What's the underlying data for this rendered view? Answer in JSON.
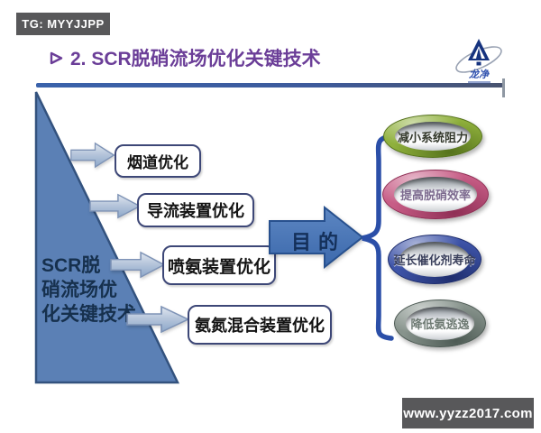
{
  "header": {
    "badge": "TG: MYYJJPP",
    "title": "2. SCR脱硝流场优化关键技术",
    "bullet_icon": "arrow-bullet"
  },
  "logo": {
    "icon": "longking-sail-orbit-logo",
    "text": "龙净"
  },
  "source": {
    "triangle_lines": [
      "SCR脱",
      "硝流场优",
      "化关键技术"
    ]
  },
  "optimizations": [
    {
      "label": "烟道优化"
    },
    {
      "label": "导流装置优化"
    },
    {
      "label": "喷氨装置优化"
    },
    {
      "label": "氨氮混合装置优化"
    }
  ],
  "purpose": {
    "label": "目的"
  },
  "goals": [
    {
      "label": "减小系统阻力",
      "ring": "#8fb03c",
      "ring_dark": "#55721c",
      "text_color": "#33382b"
    },
    {
      "label": "提高脱硝效率",
      "ring": "#c75d86",
      "ring_dark": "#8f2f55",
      "text_color": "#7d6b8f"
    },
    {
      "label": "延长催化剂寿命",
      "ring": "#3e54a8",
      "ring_dark": "#1f2e6e",
      "text_color": "#3a405c"
    },
    {
      "label": "降低氨逃逸",
      "ring": "#87938c",
      "ring_dark": "#4d5a54",
      "text_color": "#6e7a73"
    }
  ],
  "watermark": "www.yyzz2017.com",
  "colors": {
    "title_purple": "#6b3e98",
    "triangle_blue": "#5b80b5",
    "arrow_blue": "#4273b5",
    "brace_blue": "#2b4fa8",
    "badge_gray": "#58585a"
  }
}
